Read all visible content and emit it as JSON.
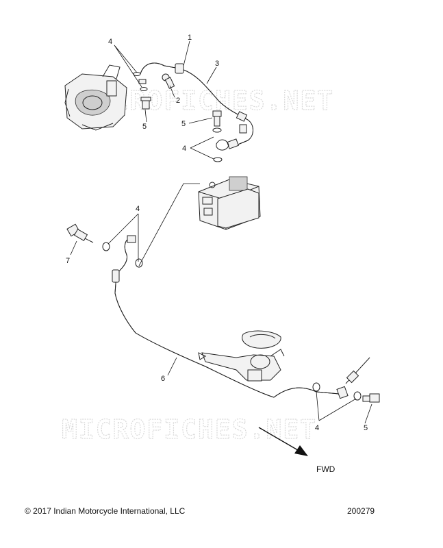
{
  "watermark": {
    "text": "MICROFICHES.NET"
  },
  "callouts": [
    {
      "id": "c1",
      "label": "1"
    },
    {
      "id": "c2",
      "label": "2"
    },
    {
      "id": "c3",
      "label": "3"
    },
    {
      "id": "c4a",
      "label": "4"
    },
    {
      "id": "c5a",
      "label": "5"
    },
    {
      "id": "c4b",
      "label": "4"
    },
    {
      "id": "c5b",
      "label": "5"
    },
    {
      "id": "c4c",
      "label": "4"
    },
    {
      "id": "c7",
      "label": "7"
    },
    {
      "id": "c6",
      "label": "6"
    },
    {
      "id": "c4d",
      "label": "4"
    },
    {
      "id": "c5c",
      "label": "5"
    }
  ],
  "direction_label": "FWD",
  "footer": {
    "copyright": "© 2017 Indian Motorcycle International, LLC",
    "figure_number": "200279"
  }
}
